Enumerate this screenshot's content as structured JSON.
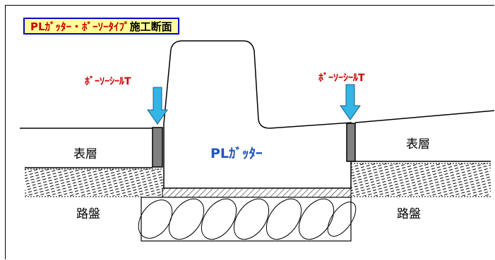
{
  "title": {
    "part1": "PLｶﾞｯﾀｰ・ﾎﾞｰｿｰﾀｲﾌﾟ",
    "part2": "施工断面"
  },
  "labels": {
    "seal_left": "ﾎﾞｰｿｰｼｰﾙT",
    "seal_right": "ﾎﾞｰｿｰｼｰﾙT",
    "surface_left": "表層",
    "surface_right": "表層",
    "base_left": "路盤",
    "base_right": "路盤",
    "gutter": "PLｶﾞｯﾀｰ"
  },
  "colors": {
    "title_bg": "#ffff99",
    "title_border": "#0000cc",
    "title_text": "#cc0000",
    "seal_text": "#cc0000",
    "gutter_text": "#2255bb",
    "arrow_fill": "#33b5e5",
    "seal_block": "#808080"
  }
}
